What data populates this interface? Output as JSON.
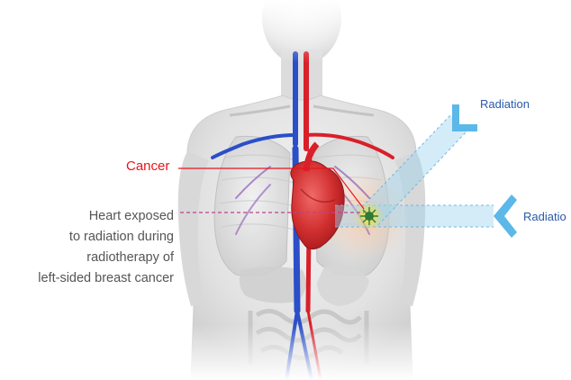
{
  "labels": {
    "cancer": "Cancer",
    "radiation_top": "Radiation",
    "radiation_side": "Radiatio",
    "heart_caption": [
      "Heart exposed",
      "to radiation during",
      "radiotherapy of",
      "left-sided breast cancer"
    ]
  },
  "colors": {
    "cancer_text": "#e8141c",
    "radiation_text": "#2a5aa8",
    "caption_text": "#555555",
    "beam": "#9fd4f0",
    "beam_marker": "#5bb8e8",
    "heart_exposure_line": "#c0408a",
    "artery": "#d8202a",
    "vein": "#2a4fc8",
    "body": "#e4e4e4"
  }
}
